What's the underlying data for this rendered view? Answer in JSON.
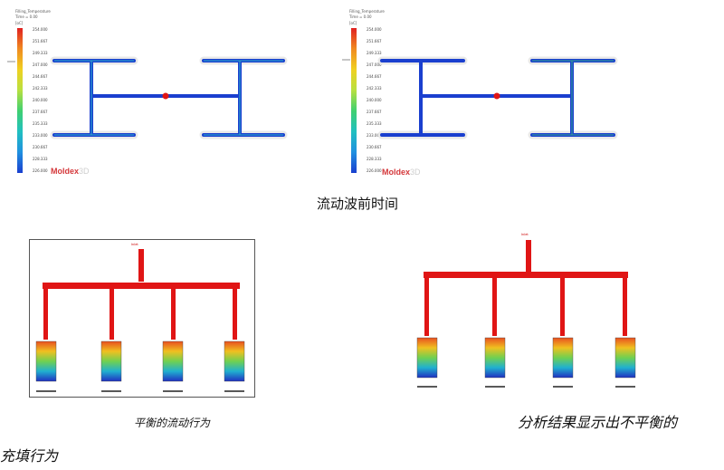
{
  "top_left": {
    "title": "Filling_Temperature",
    "subtitle": "Time = 0.00",
    "unit": "[oC]",
    "scale": [
      "254.000",
      "251.667",
      "249.333",
      "247.000",
      "244.667",
      "242.333",
      "240.000",
      "237.667",
      "235.333",
      "233.000",
      "230.667",
      "228.333",
      "226.000"
    ],
    "brand_main": "Moldex",
    "brand_suffix": "3D"
  },
  "top_right": {
    "title": "Filling_Temperature",
    "subtitle": "Time = 0.00",
    "unit": "[oC]",
    "scale": [
      "254.000",
      "251.667",
      "249.333",
      "247.000",
      "244.667",
      "242.333",
      "240.000",
      "237.667",
      "235.333",
      "233.000",
      "230.667",
      "228.333",
      "226.000"
    ],
    "brand_main": "Moldex",
    "brand_suffix": "3D"
  },
  "caption_top": "流动波前时间",
  "bottom_left": {
    "sprue_label": "Inlet"
  },
  "bottom_right": {
    "sprue_label": "Inlet"
  },
  "caption_balanced": "平衡的流动行为",
  "caption_unbalanced_line1": "分析结果显示出不平衡的",
  "caption_unbalanced_line2": "充填行为",
  "colors": {
    "runner_red": "#e01515",
    "runner_blue": "#1a3fcf",
    "frame_border": "#555555"
  }
}
